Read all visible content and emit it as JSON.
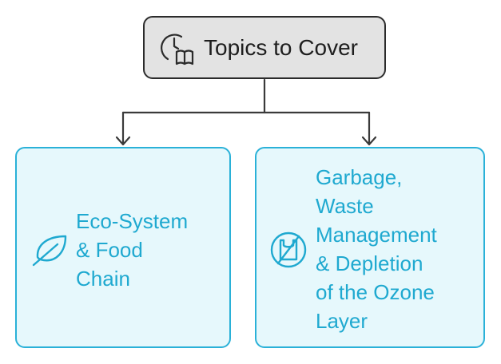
{
  "diagram": {
    "root": {
      "label": "Topics to Cover",
      "icon": "clock-book-icon"
    },
    "children": [
      {
        "lines": [
          "Eco-System",
          "& Food",
          "Chain"
        ],
        "icon": "leaf-icon"
      },
      {
        "lines": [
          "Garbage,",
          "Waste",
          "Management",
          "& Depletion",
          "of the Ozone",
          "Layer"
        ],
        "icon": "no-plastic-bag-icon"
      }
    ]
  },
  "colors": {
    "root_fill": "#e3e3e3",
    "root_border": "#2b2b2b",
    "child_fill": "#e6f8fc",
    "child_border": "#2ab1d8",
    "child_text": "#1fa9d0",
    "connector": "#333333"
  }
}
